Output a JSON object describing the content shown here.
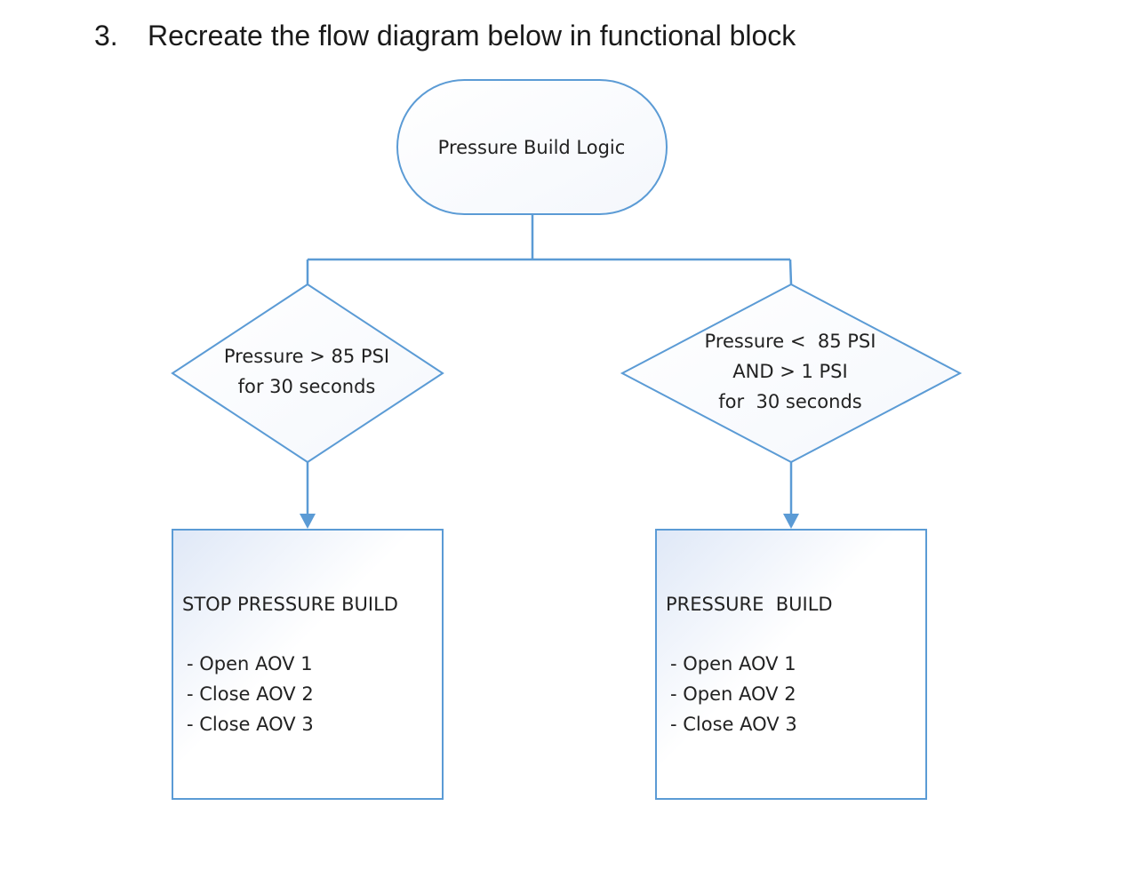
{
  "question": {
    "number": "3.",
    "text": "Recreate the flow diagram below in functional block"
  },
  "colors": {
    "stroke": "#5b9bd5",
    "fill_light": "#ffffff",
    "fill_tint": "#e4ecf8"
  },
  "nodes": {
    "start": {
      "label": "Pressure Build Logic"
    },
    "decision_left": {
      "lines": [
        "Pressure > 85 PSI",
        "for 30 seconds"
      ]
    },
    "decision_right": {
      "lines": [
        "Pressure <  85 PSI",
        "AND > 1 PSI",
        "for  30 seconds"
      ]
    },
    "action_left": {
      "title": "STOP PRESSURE BUILD",
      "items": [
        "- Open AOV 1",
        "- Close AOV 2",
        "- Close AOV 3"
      ]
    },
    "action_right": {
      "title": "PRESSURE  BUILD",
      "items": [
        "- Open AOV 1",
        "- Open AOV 2",
        "- Close AOV 3"
      ]
    }
  }
}
